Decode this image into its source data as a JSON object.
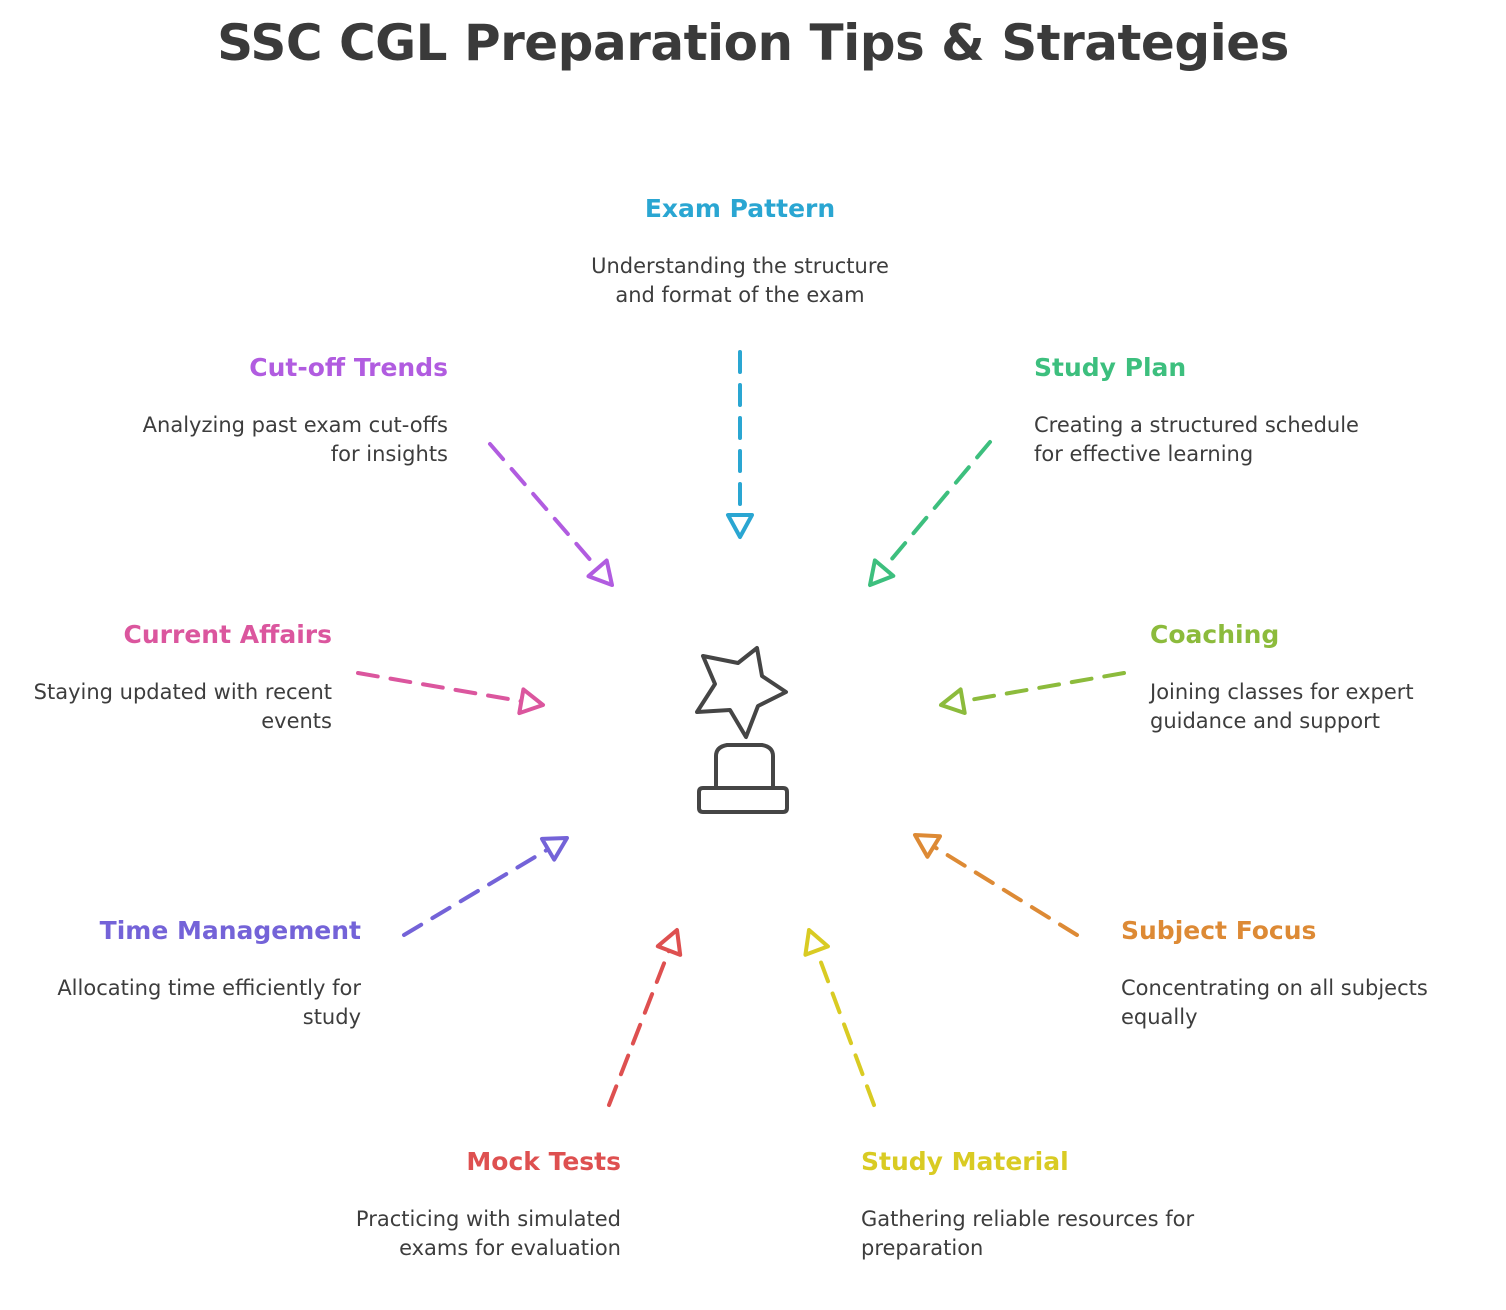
{
  "title": "SSC CGL Preparation Tips & Strategies",
  "center_icon": "trophy-star-icon",
  "nodes": {
    "exam_pattern": {
      "heading": "Exam Pattern",
      "desc_line1": "Understanding the structure",
      "desc_line2": "and format of the exam",
      "color": "#2aa6d2"
    },
    "study_plan": {
      "heading": "Study Plan",
      "desc_line1": "Creating a structured schedule",
      "desc_line2": "for effective learning",
      "color": "#3dbf7e"
    },
    "coaching": {
      "heading": "Coaching",
      "desc_line1": "Joining classes for expert",
      "desc_line2": "guidance and support",
      "color": "#8cbb3c"
    },
    "subject_focus": {
      "heading": "Subject Focus",
      "desc_line1": "Concentrating on all subjects",
      "desc_line2": "equally",
      "color": "#dd8a35"
    },
    "study_material": {
      "heading": "Study Material",
      "desc_line1": "Gathering reliable resources for",
      "desc_line2": "preparation",
      "color": "#d9cb23"
    },
    "mock_tests": {
      "heading": "Mock Tests",
      "desc_line1": "Practicing with simulated",
      "desc_line2": "exams for evaluation",
      "color": "#de5050"
    },
    "time_management": {
      "heading": "Time Management",
      "desc_line1": "Allocating time efficiently for",
      "desc_line2": "study",
      "color": "#7463d8"
    },
    "current_affairs": {
      "heading": "Current Affairs",
      "desc_line1": "Staying updated with recent",
      "desc_line2": "events",
      "color": "#db569e"
    },
    "cutoff_trends": {
      "heading": "Cut-off Trends",
      "desc_line1": "Analyzing past exam cut-offs",
      "desc_line2": "for insights",
      "color": "#b15ce0"
    }
  }
}
